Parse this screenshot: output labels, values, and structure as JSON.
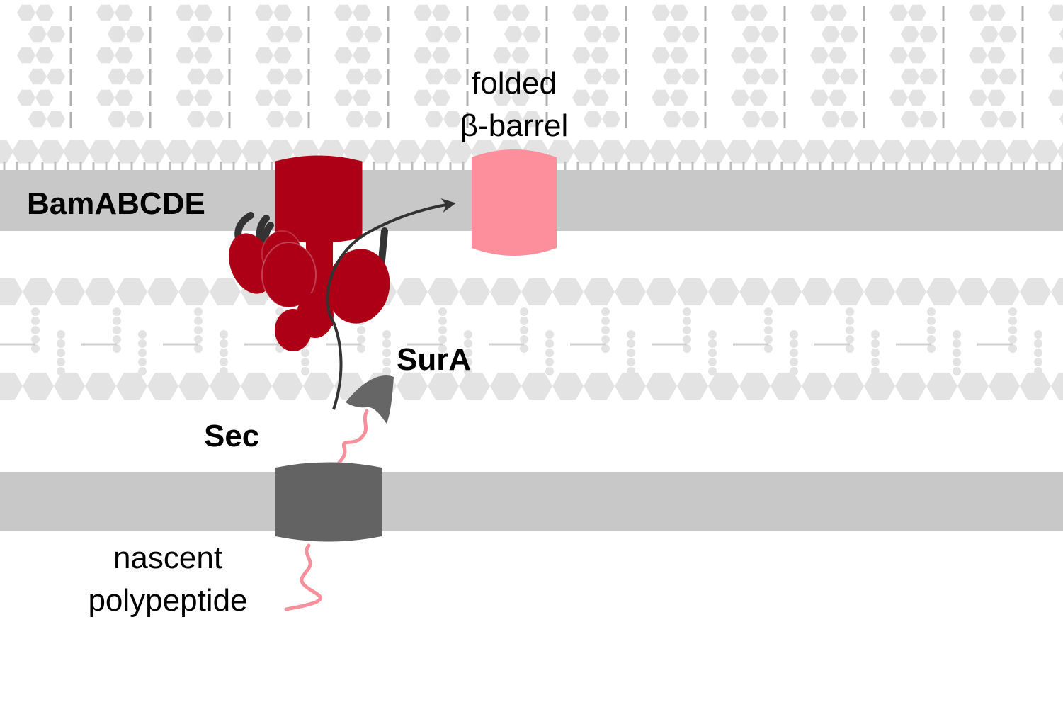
{
  "labels": {
    "folded_line1": "folded",
    "folded_line2": "β-barrel",
    "bam": "BamABCDE",
    "sura": "SurA",
    "sec": "Sec",
    "nascent_line1": "nascent",
    "nascent_line2": "polypeptide"
  },
  "colors": {
    "membrane": "#c8c8c8",
    "lipid_motif": "#e3e3e3",
    "bam_complex": "#ad0016",
    "folded_barrel": "#fd8f9d",
    "polypeptide": "#f6909c",
    "sec_translocon": "#636363",
    "sura": "#666666",
    "path_line": "#333333",
    "label_text": "#000000"
  }
}
